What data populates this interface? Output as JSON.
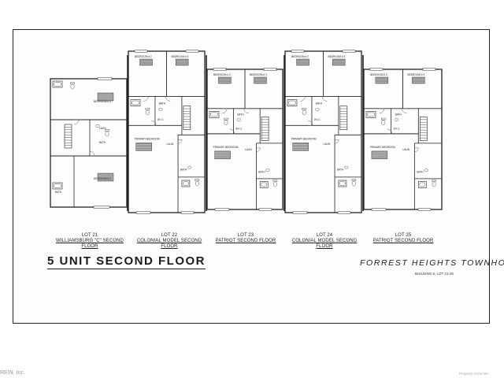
{
  "lots": [
    {
      "number": "LOT 21",
      "name": "WILLIAMSBURG \"C\" SECOND FLOOR"
    },
    {
      "number": "LOT 22",
      "name": "COLONIAL MODEL SECOND FLOOR"
    },
    {
      "number": "LOT 23",
      "name": "PATRIOT SECOND FLOOR"
    },
    {
      "number": "LOT 24",
      "name": "COLONIAL MODEL SECOND FLOOR"
    },
    {
      "number": "LOT 25",
      "name": "PATRIOT SECOND FLOOR"
    }
  ],
  "room_labels": {
    "bedroom_2": "BEDROOM # 2",
    "bedroom_3": "BEDROOM # 3",
    "primary_bedroom": "PRIMARY BEDROOM",
    "bath": "BATH",
    "laundry": "LAUN.",
    "wic": "W.I.C."
  },
  "sheet": {
    "title": "5 UNIT SECOND FLOOR",
    "project_name": "FORREST HEIGHTS TOWNHOMES",
    "building_note": "BUILDING 6, LOT 21-25"
  },
  "footer": {
    "left": "REIN, Inc.",
    "right": "Property of the MA"
  },
  "colors": {
    "line": "#222222",
    "fixture": "#555555",
    "paper": "#fdfdfd"
  }
}
